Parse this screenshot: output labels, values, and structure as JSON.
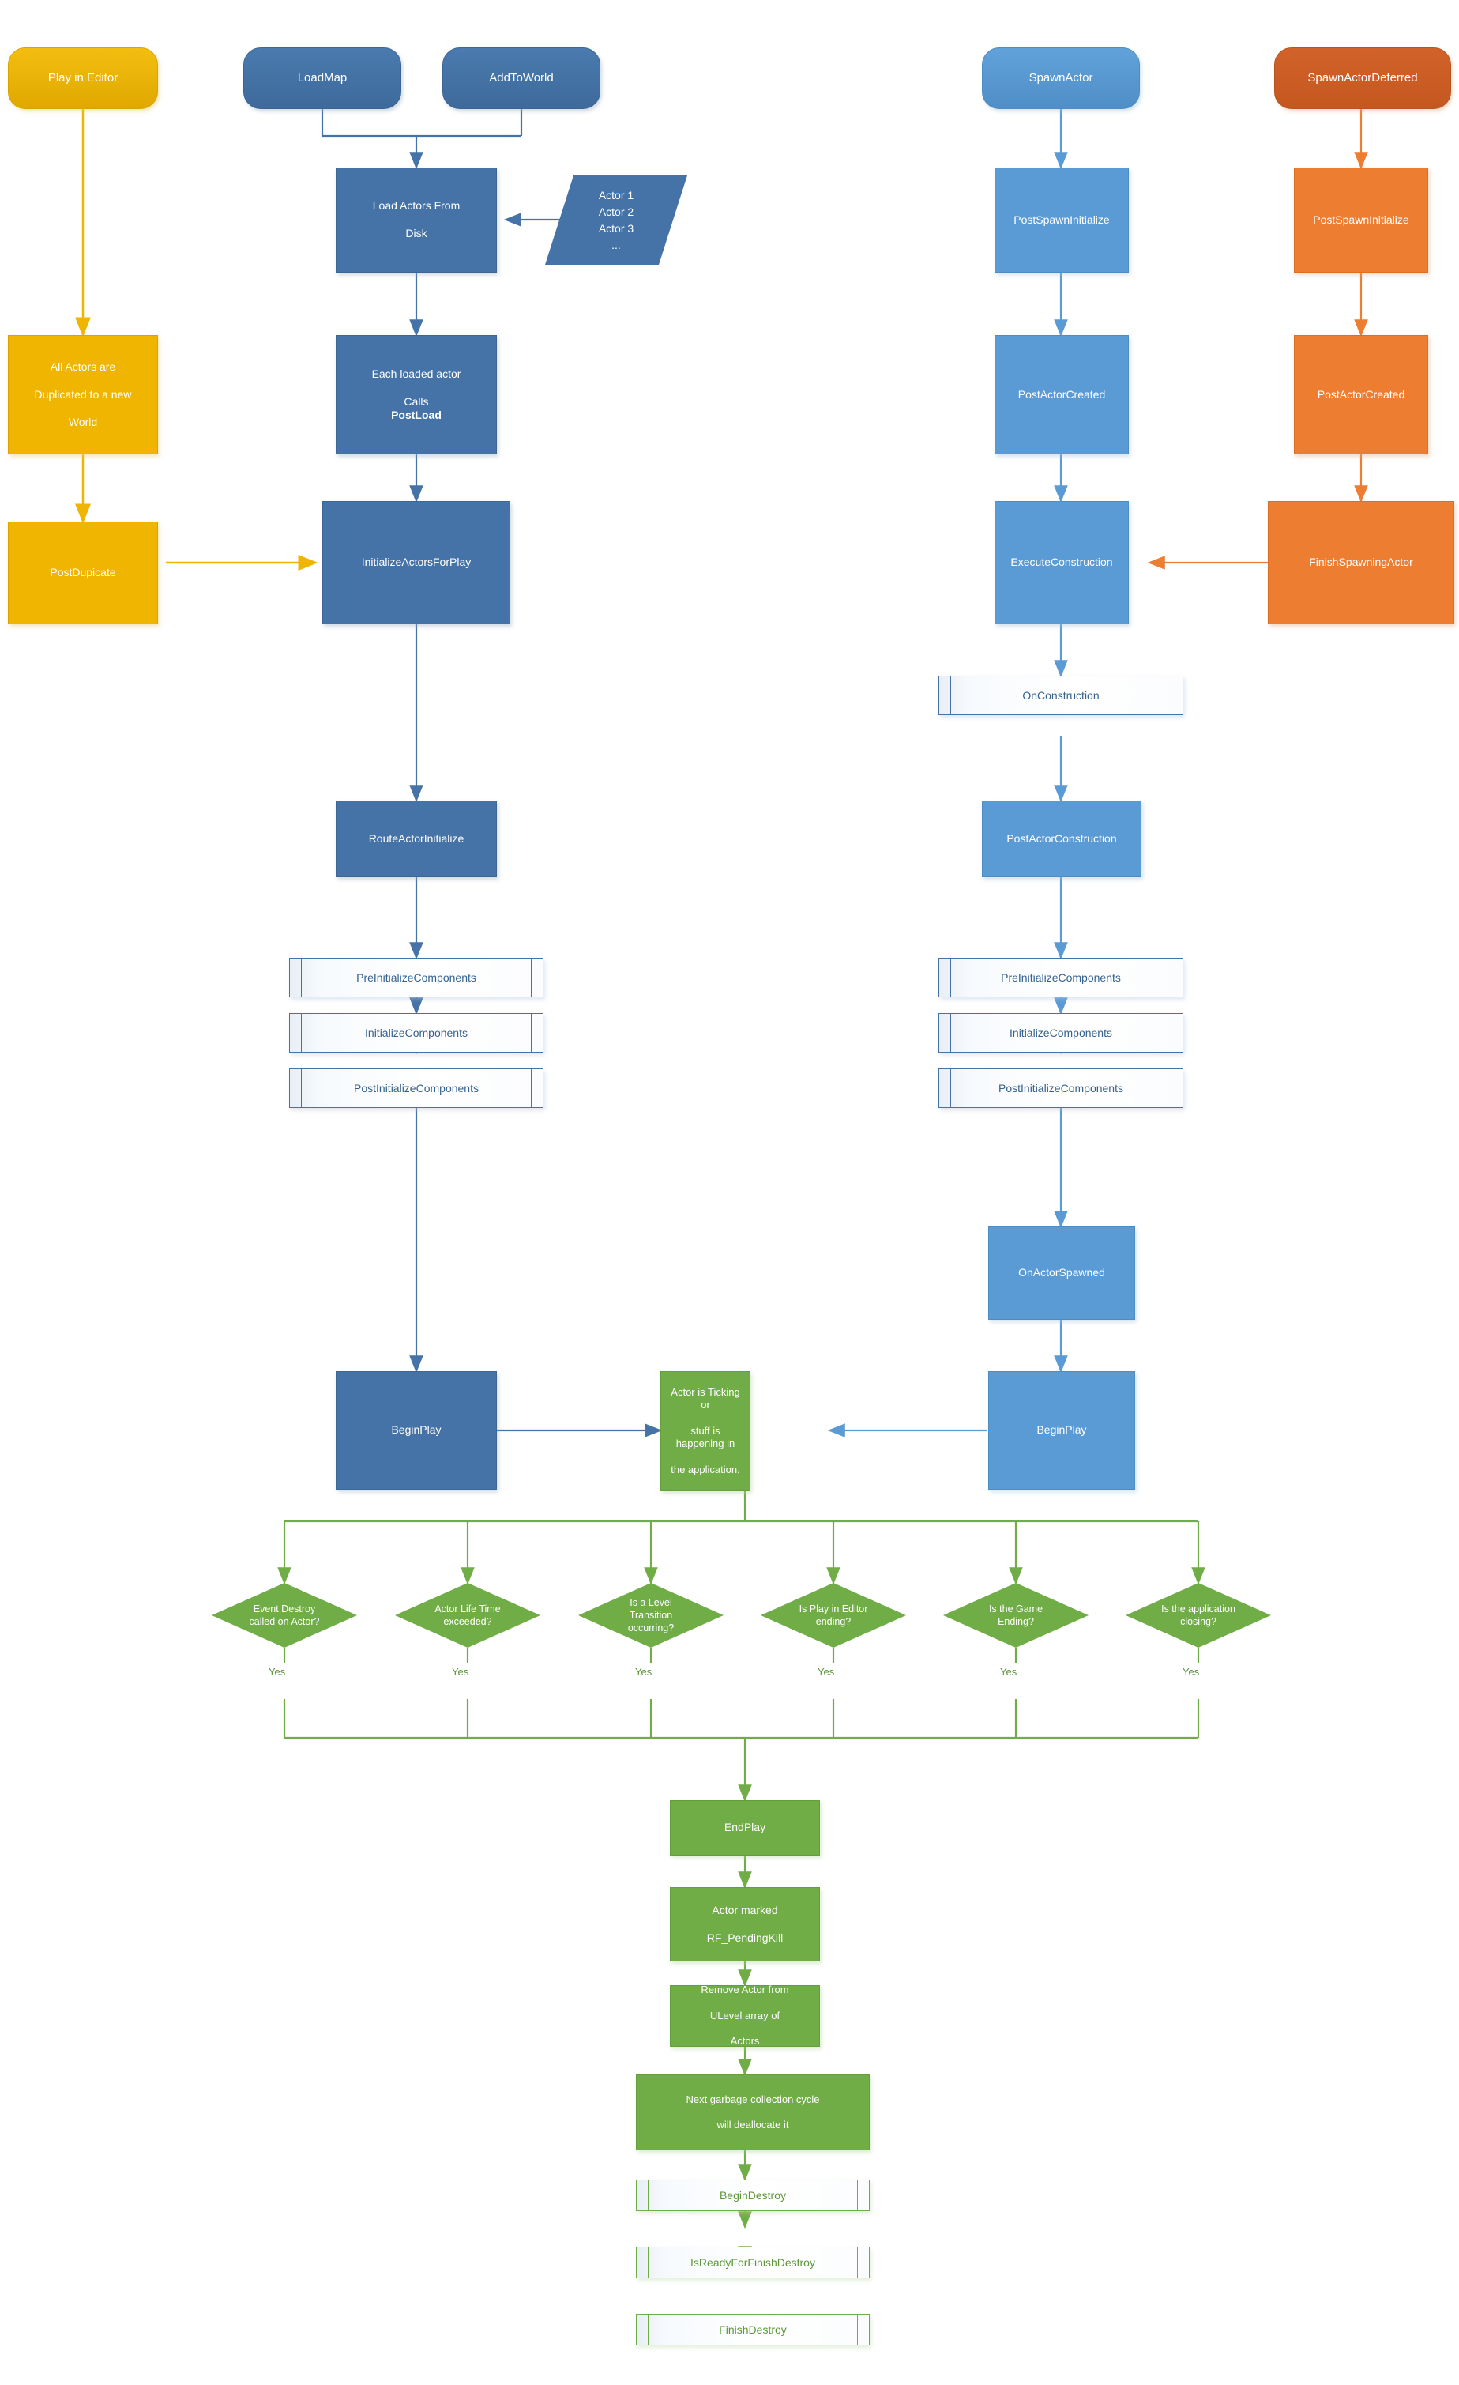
{
  "diagram": {
    "title": "Unreal Engine Actor Lifecycle Flowchart",
    "colors": {
      "dark_blue": "#4573A7",
      "mid_blue": "#5B9BD5",
      "orange": "#ED7D31",
      "orange_terminator": "#C4581F",
      "yellow": "#EFB500",
      "green": "#70AD47"
    }
  },
  "columns": {
    "play_in_editor": {
      "terminator": "Play in Editor",
      "steps": [
        "All Actors are Duplicated to a new World",
        "PostDupicate"
      ]
    },
    "load_map": {
      "terminators": [
        "LoadMap",
        "AddToWorld"
      ],
      "steps": [
        "Load Actors From Disk",
        "Each loaded actor Calls PostLoad",
        "InitializeActorsForPlay",
        "RouteActorInitialize",
        "BeginPlay"
      ],
      "data_shape_lines": [
        "Actor 1",
        "Actor 2",
        "Actor 3",
        "..."
      ],
      "predefined": [
        "PreInitializeComponents",
        "InitializeComponents",
        "PostInitializeComponents"
      ]
    },
    "spawn_actor": {
      "terminator": "SpawnActor",
      "steps": [
        "PostSpawnInitialize",
        "PostActorCreated",
        "ExecuteConstruction",
        "PostActorConstruction",
        "OnActorSpawned",
        "BeginPlay"
      ],
      "predefined": [
        "OnConstruction",
        "PreInitializeComponents",
        "InitializeComponents",
        "PostInitializeComponents"
      ]
    },
    "spawn_actor_deferred": {
      "terminator": "SpawnActorDeferred",
      "steps": [
        "PostSpawnInitialize",
        "PostActorCreated",
        "FinishSpawningActor"
      ]
    }
  },
  "runtime": {
    "ticking_box": "Actor is Ticking or stuff is happening in the application."
  },
  "decisions": [
    {
      "label": "Event Destroy called on Actor?",
      "answer": "Yes"
    },
    {
      "label": "Actor Life Time exceeded?",
      "answer": "Yes"
    },
    {
      "label": "Is a Level Transition occurring?",
      "answer": "Yes"
    },
    {
      "label": "Is Play in Editor ending?",
      "answer": "Yes"
    },
    {
      "label": "Is the Game Ending?",
      "answer": "Yes"
    },
    {
      "label": "Is the application closing?",
      "answer": "Yes"
    }
  ],
  "teardown": {
    "steps": [
      "EndPlay",
      "Actor marked RF_PendingKill",
      "Remove Actor from ULevel array of Actors",
      "Next garbage collection cycle will deallocate it"
    ],
    "predefined": [
      "BeginDestroy",
      "IsReadyForFinishDestroy",
      "FinishDestroy"
    ]
  },
  "text": {
    "each_loaded_actor_line1": "Each loaded actor",
    "each_loaded_actor_line2_prefix": "Calls ",
    "each_loaded_actor_line2_bold": "PostLoad",
    "load_actors_line1": "Load Actors From",
    "load_actors_line2": "Disk",
    "all_actors_line1": "All Actors are",
    "all_actors_line2": "Duplicated to a new",
    "all_actors_line3": "World",
    "ticking_line1": "Actor is Ticking or",
    "ticking_line2": "stuff is happening in",
    "ticking_line3": "the application.",
    "marked_line1": "Actor marked",
    "marked_line2": "RF_PendingKill",
    "remove_line1": "Remove Actor from",
    "remove_line2": "ULevel array of",
    "remove_line3": "Actors",
    "gc_line1": "Next garbage collection cycle",
    "gc_line2": "will deallocate it",
    "d1_line1": "Event Destroy",
    "d1_line2": "called on Actor?",
    "d2_line1": "Actor Life Time",
    "d2_line2": "exceeded?",
    "d3_line1": "Is a Level",
    "d3_line2": "Transition",
    "d3_line3": "occurring?",
    "d4_line1": "Is Play in Editor",
    "d4_line2": "ending?",
    "d5_line1": "Is the Game",
    "d5_line2": "Ending?",
    "d6_line1": "Is the application",
    "d6_line2": "closing?"
  }
}
